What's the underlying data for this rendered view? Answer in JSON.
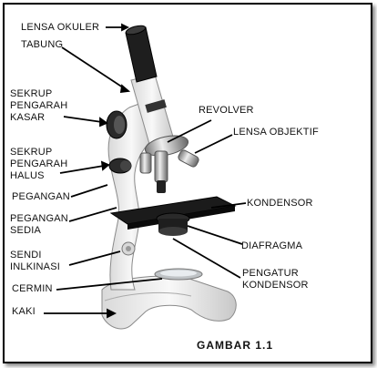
{
  "labels": {
    "lensa_okuler": "LENSA OKULER",
    "tabung": "TABUNG",
    "sekrup_kasar": "SEKRUP\nPENGARAH\nKASAR",
    "sekrup_halus": "SEKRUP\nPENGARAH\nHALUS",
    "pegangan": "PEGANGAN",
    "pegangan_sedia": "PEGANGAN\nSEDIA",
    "sendi_inklinasi": "SENDI\nINLKINASI",
    "cermin": "CERMIN",
    "kaki": "KAKI",
    "revolver": "REVOLVER",
    "lensa_objektif": "LENSA OBJEKTIF",
    "kondensor": "KONDENSOR",
    "diafragma": "DIAFRAGMA",
    "pengatur_kondensor": "PENGATUR\nKONDENSOR"
  },
  "caption": "GAMBAR 1.1"
}
